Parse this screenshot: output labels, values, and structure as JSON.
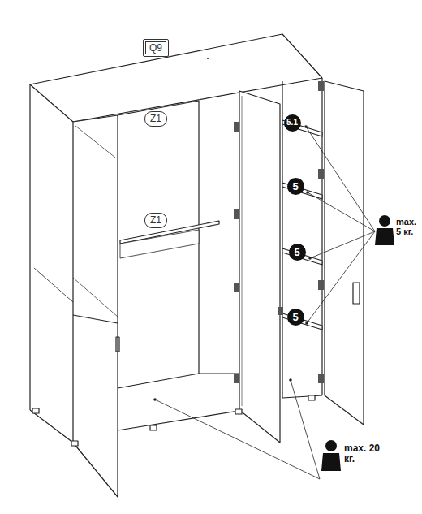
{
  "diagram": {
    "nodes": [
      {
        "text": [
          "Q9"
        ]
      },
      {
        "text": [
          "Z1"
        ]
      },
      {
        "text": [
          "Z1"
        ]
      },
      {
        "text": [
          "5.1"
        ]
      },
      {
        "text": [
          "5"
        ]
      },
      {
        "text": [
          "5"
        ]
      },
      {
        "text": [
          "5"
        ]
      }
    ],
    "labels": [
      "max. 5 кг.",
      "max. 20 кг."
    ]
  }
}
